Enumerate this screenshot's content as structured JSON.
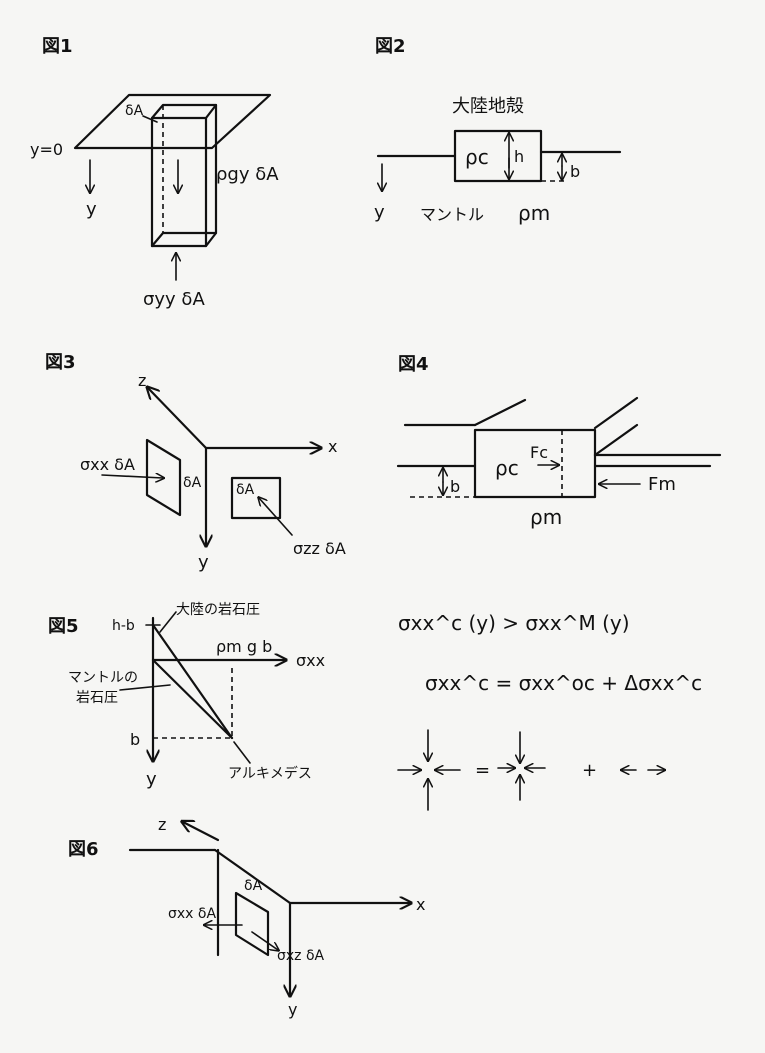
{
  "fig1": {
    "title": "図1",
    "y0_label": "y=0",
    "y_label": "y",
    "dA_label": "δA",
    "weight_label": "ρgy δA",
    "stress_label": "σyy δA"
  },
  "fig2": {
    "title": "図2",
    "crust_label": "大陸地殻",
    "rho_c": "ρc",
    "h_label": "h",
    "b_label": "b",
    "y_label": "y",
    "mantle_label": "マントル",
    "rho_m": "ρm"
  },
  "fig3": {
    "title": "図3",
    "z_label": "z",
    "x_label": "x",
    "y_label": "y",
    "sxx_label": "σxx δA",
    "dA1_label": "δA",
    "dA2_label": "δA",
    "szz_label": "σzz δA"
  },
  "fig4": {
    "title": "図4",
    "rho_c": "ρc",
    "Fc_label": "Fc",
    "b_label": "b",
    "Fm_label": "Fm",
    "rho_m": "ρm"
  },
  "fig5": {
    "title": "図5",
    "hb_label": "h-b",
    "crust_pressure": "大陸の岩石圧",
    "pmgb_label": "ρm g b",
    "sxx_axis": "σxx",
    "mantle_pressure_1": "マントルの",
    "mantle_pressure_2": "岩石圧",
    "b_label": "b",
    "y_label": "y",
    "archimedes_label": "アルキメデス"
  },
  "equations": {
    "eq1": "σxx^c (y) > σxx^M (y)",
    "eq2": "σxx^c = σxx^oc + Δσxx^c",
    "equals": "=",
    "plus": "+"
  },
  "fig6": {
    "title": "図6",
    "z_label": "z",
    "x_label": "x",
    "y_label": "y",
    "dA_label": "δA",
    "sxx_label": "σxx δA",
    "sxz_label": "σxz δA"
  }
}
